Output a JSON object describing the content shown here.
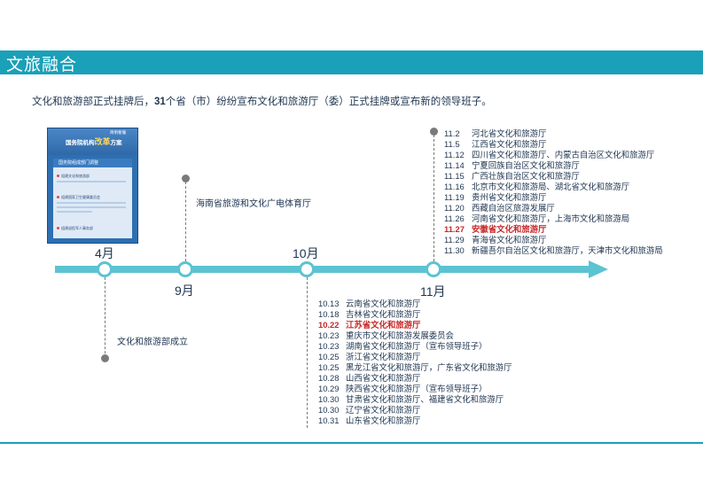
{
  "header": {
    "title": "文旅融合"
  },
  "intro": {
    "before": "文化和旅游部正式挂牌后，",
    "count": "31",
    "after": "个省（市）纷纷宣布文化和旅游厅（委）正式挂牌或宣布新的领导班子。"
  },
  "thumbnail": {
    "title_a": "国务院机构",
    "title_b": "改革",
    "title_c": "方案",
    "badge": "简明看懂",
    "section": "国务院组成部门调整",
    "rows": [
      "组建文化和旅游部",
      "组建国家卫生健康委员会",
      "组建退役军人事务部"
    ]
  },
  "timeline": {
    "months": [
      "4月",
      "9月",
      "10月",
      "11月"
    ],
    "april_event": "文化和旅游部成立",
    "september_event": "海南省旅游和文化广电体育厅",
    "october_list": [
      {
        "date": "10.13",
        "text": "云南省文化和旅游厅",
        "highlight": false
      },
      {
        "date": "10.18",
        "text": "吉林省文化和旅游厅",
        "highlight": false
      },
      {
        "date": "10.22",
        "text": "江苏省文化和旅游厅",
        "highlight": true
      },
      {
        "date": "10.23",
        "text": "重庆市文化和旅游发展委员会",
        "highlight": false
      },
      {
        "date": "10.23",
        "text": "湖南省文化和旅游厅（宣布领导班子）",
        "highlight": false
      },
      {
        "date": "10.25",
        "text": "浙江省文化和旅游厅",
        "highlight": false
      },
      {
        "date": "10.25",
        "text": "黑龙江省文化和旅游厅，广东省文化和旅游厅",
        "highlight": false
      },
      {
        "date": "10.28",
        "text": "山西省文化和旅游厅",
        "highlight": false
      },
      {
        "date": "10.29",
        "text": "陕西省文化和旅游厅（宣布领导班子）",
        "highlight": false
      },
      {
        "date": "10.30",
        "text": "甘肃省文化和旅游厅、福建省文化和旅游厅",
        "highlight": false
      },
      {
        "date": "10.30",
        "text": "辽宁省文化和旅游厅",
        "highlight": false
      },
      {
        "date": "10.31",
        "text": "山东省文化和旅游厅",
        "highlight": false
      }
    ],
    "november_list": [
      {
        "date": "11.2",
        "text": "河北省文化和旅游厅",
        "highlight": false
      },
      {
        "date": "11.5",
        "text": "江西省文化和旅游厅",
        "highlight": false
      },
      {
        "date": "11.12",
        "text": "四川省文化和旅游厅、内蒙古自治区文化和旅游厅",
        "highlight": false
      },
      {
        "date": "11.14",
        "text": "宁夏回族自治区文化和旅游厅",
        "highlight": false
      },
      {
        "date": "11.15",
        "text": "广西壮族自治区文化和旅游厅",
        "highlight": false
      },
      {
        "date": "11.16",
        "text": "北京市文化和旅游局、湖北省文化和旅游厅",
        "highlight": false
      },
      {
        "date": "11.19",
        "text": "贵州省文化和旅游厅",
        "highlight": false
      },
      {
        "date": "11.20",
        "text": "西藏自治区旅游发展厅",
        "highlight": false
      },
      {
        "date": "11.26",
        "text": "河南省文化和旅游厅，上海市文化和旅游局",
        "highlight": false
      },
      {
        "date": "11.27",
        "text": "安徽省文化和旅游厅",
        "highlight": true
      },
      {
        "date": "11.29",
        "text": "青海省文化和旅游厅",
        "highlight": false
      },
      {
        "date": "11.30",
        "text": "新疆吾尔自治区文化和旅游厅，天津市文化和旅游局",
        "highlight": false
      }
    ]
  },
  "colors": {
    "header_bg": "#1aa0b8",
    "timeline": "#5cc3d2",
    "highlight": "#c62828",
    "text": "#1f3550"
  }
}
